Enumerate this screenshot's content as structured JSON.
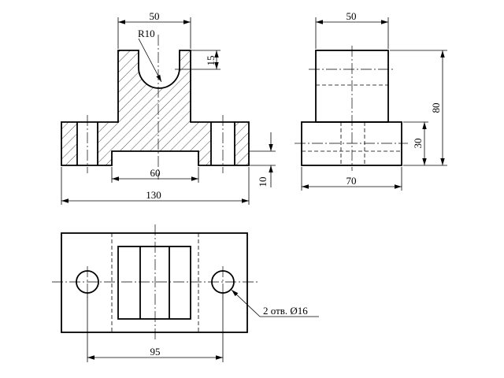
{
  "front_view": {
    "dim_top_width": "50",
    "dim_radius": "R10",
    "dim_slot_depth": "15",
    "dim_groove_width": "60",
    "dim_total_width": "130",
    "dim_base_height": "10"
  },
  "side_view": {
    "dim_top_width": "50",
    "dim_total_height": "80",
    "dim_base_height": "30",
    "dim_base_width": "70"
  },
  "top_view": {
    "dim_hole_spacing": "95",
    "hole_note": "2 отв. Ø16"
  }
}
